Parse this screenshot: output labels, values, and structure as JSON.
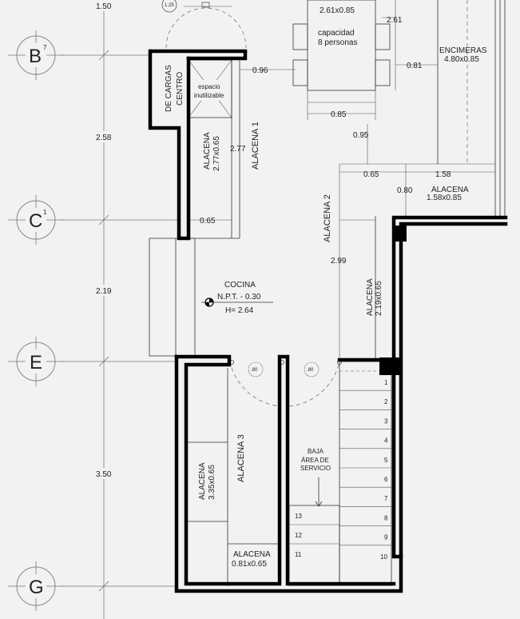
{
  "grid": {
    "b_label": "B",
    "b_sup": "7",
    "c_label": "C",
    "c_sup": "1",
    "e_label": "E",
    "g_label": "G"
  },
  "dims": {
    "left_top": "1.50",
    "left_b_c": "2.58",
    "left_c_e": "2.19",
    "left_e_g": "3.50",
    "d096": "0.96",
    "d081": "0.81",
    "d085": "0.85",
    "d095": "0.95",
    "d065_top": "0.65",
    "d158": "1.58",
    "d080": "0.80",
    "d277": "2.77",
    "d065_left": "0.65",
    "d299": "2.99",
    "d261": "2.61",
    "d125": "1.25",
    "door80_a": ".80",
    "door80_b": ".80"
  },
  "labels": {
    "mesa_dim": "2.61x0.85",
    "capacidad": "capacidad",
    "personas": "8 personas",
    "encimeras": "ENCIMERAS",
    "encimeras_dim": "4.80x0.85",
    "centro": "CENTRO",
    "de_cargas": "DE CARGAS",
    "espacio": "espacio",
    "inutilizable": "inutilizable",
    "alacena_a": "ALACENA",
    "alacena_a_dim": "2.77x0.65",
    "alacena1": "ALACENA 1",
    "alacena2": "ALACENA 2",
    "alacena_b": "ALACENA",
    "alacena_b_dim": "1.58x0.85",
    "alacena_c": "ALACENA",
    "alacena_c_dim": "2.19x0.65",
    "cocina": "COCINA",
    "npt": "N.P.T. - 0.30",
    "altura": "H= 2.64",
    "alacena_d": "ALACENA",
    "alacena_d_dim": "3.35x0.65",
    "alacena3": "ALACENA 3",
    "alacena_e": "ALACENA",
    "alacena_e_dim": "0.81x0.65",
    "baja": "BAJA",
    "area_de": "ÁREA DE",
    "servicio": "SERVICIO"
  },
  "stairs": {
    "right_steps": [
      "1",
      "2",
      "3",
      "4",
      "5",
      "6",
      "7",
      "8",
      "9",
      "10"
    ],
    "left_steps": [
      "13",
      "12",
      "11"
    ]
  }
}
